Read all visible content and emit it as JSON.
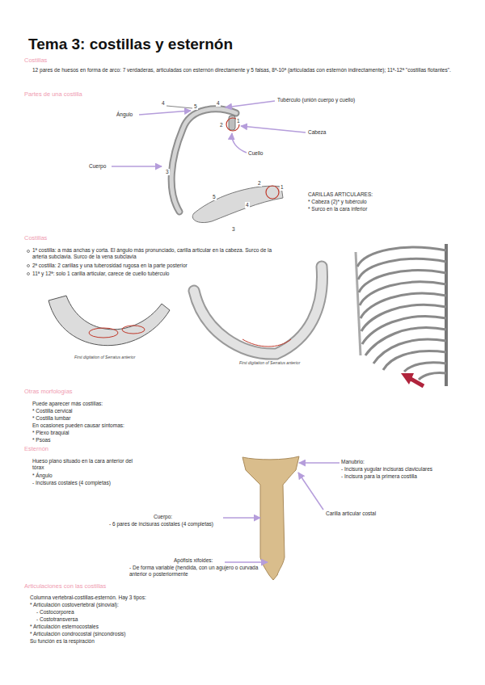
{
  "diagram": {
    "title": "Tema 3: costillas y esternón",
    "labels": [
      "Costillas",
      "12 pares de huesos en forma de arco: 7 verdaderas, articuladas con esternón directamente y 5 falsas, 8ª-10ª (articuladas con esternón indirectamente); 11ª-12ª \"costillas flotantes\".",
      "Partes de una costilla",
      "Ángulo",
      "4",
      "5",
      "4",
      "Tubérculo (unión cuerpo y cuello)",
      "2",
      "1",
      "Cabeza",
      "Cuello",
      "Cuerpo",
      "3",
      "5",
      "2",
      "1",
      "4",
      "3",
      "CARILLAS ARTICULARES:",
      "* Cabeza (2)* y tubérculo",
      "* Surco en la cara inferior",
      "Costillas",
      "1ª costilla: a más anchas y corta. El ángulo más pronunciado, carilla articular en la cabeza. Surco de la arteria subclavia. Surco de la vena subclavia",
      "2ª costilla: 2 carillas y una tuberosidad rugosa en la parte posterior",
      "11ª y 12ª: solo 1 carilla articular, carece de cuello tubérculo",
      "First digitation of Serratus anterior",
      "First digitation of Serratus anterior",
      "Otras morfologías",
      "Puede aparecer más costillas:",
      "* Costilla cervical",
      "* Costilla lumbar",
      "En ocasiones pueden causar síntomas:",
      "* Plexo braquial",
      "* Psoas",
      "Esternón",
      "Hueso plano situado en la cara anterior del tórax",
      "* Ángulo",
      "- Incisuras costales (4 completas)",
      "Manubrio:",
      "- Incisura yugular incisuras claviculares",
      "- Incisura para la primera costilla",
      "Carilla articular costal",
      "Cuerpo:",
      "- 6 pares de incisuras costales (4 completas)",
      "Apófisis xifoides:",
      "- De forma variable (hendida, con un agujero o curvada anterior o posteriormente",
      "Articulaciones con las costillas",
      "Columna vertebral-costillas-esternón. Hay 3 tipos:",
      "* Articulación costovertebral (sinovial):",
      "- Costocorporea",
      "- Costotransversa",
      "* Articulación esternocostales",
      "* Articulación condrocostal (sincondrosis)",
      "Su función es la respiración"
    ]
  }
}
